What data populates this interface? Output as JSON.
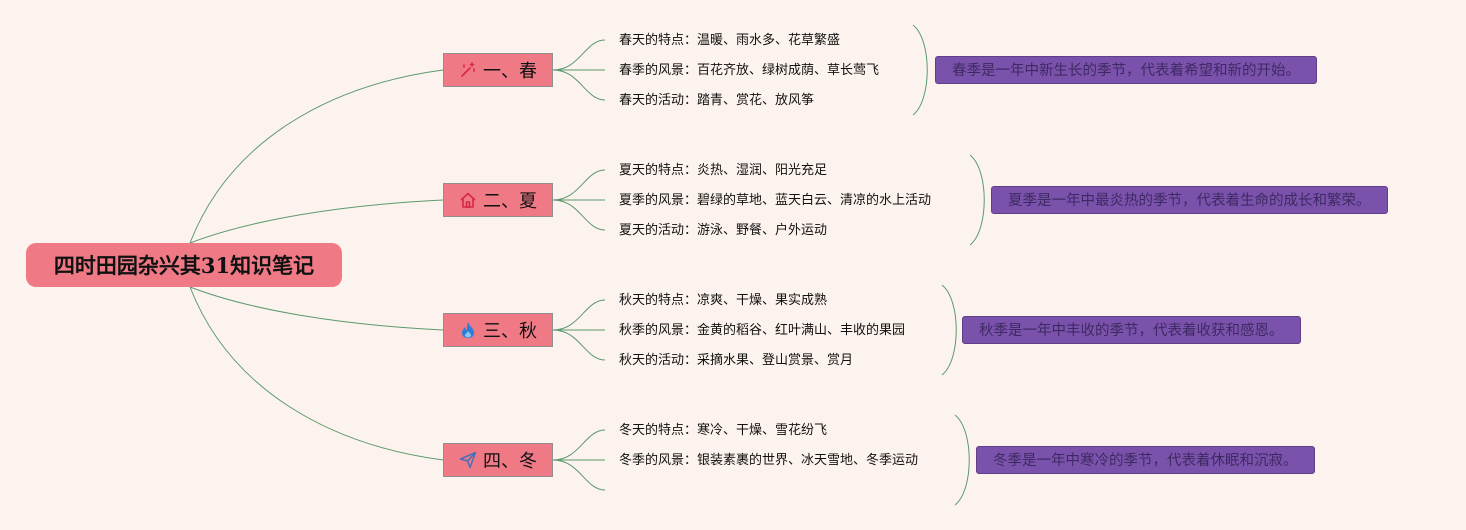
{
  "root": {
    "title": "四时田园杂兴其31知识笔记"
  },
  "branches": [
    {
      "label": "一、春",
      "icon": "magic-wand-icon",
      "leaves": [
        "春天的特点：温暖、雨水多、花草繁盛",
        "春季的风景：百花齐放、绿树成荫、草长莺飞",
        "春天的活动：踏青、赏花、放风筝"
      ],
      "summary": "春季是一年中新生长的季节，代表着希望和新的开始。"
    },
    {
      "label": "二、夏",
      "icon": "house-icon",
      "leaves": [
        "夏天的特点：炎热、湿润、阳光充足",
        "夏季的风景：碧绿的草地、蓝天白云、清凉的水上活动",
        "夏天的活动：游泳、野餐、户外运动"
      ],
      "summary": "夏季是一年中最炎热的季节，代表着生命的成长和繁荣。"
    },
    {
      "label": "三、秋",
      "icon": "flame-icon",
      "leaves": [
        "秋天的特点：凉爽、干燥、果实成熟",
        "秋季的风景：金黄的稻谷、红叶满山、丰收的果园",
        "秋天的活动：采摘水果、登山赏景、赏月"
      ],
      "summary": "秋季是一年中丰收的季节，代表着收获和感恩。"
    },
    {
      "label": "四、冬",
      "icon": "paper-plane-icon",
      "leaves": [
        "冬天的特点：寒冷、干燥、雪花纷飞",
        "冬季的风景：银装素裹的世界、冰天雪地、冬季运动"
      ],
      "summary": "冬季是一年中寒冷的季节，代表着休眠和沉寂。"
    }
  ],
  "colors": {
    "background": "#fdf3ee",
    "node_fill": "#ef7a86",
    "summary_fill": "#7b52ab",
    "connector": "#5a9a6e"
  }
}
